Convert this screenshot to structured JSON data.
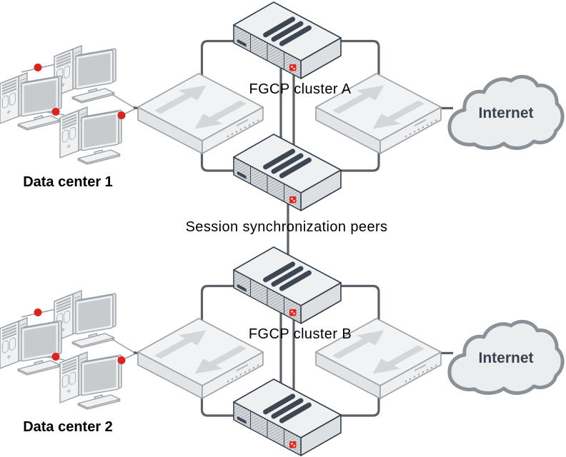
{
  "diagram": {
    "type": "network-topology",
    "clusters": [
      {
        "name": "FGCP cluster A",
        "units": 2
      },
      {
        "name": "FGCP cluster B",
        "units": 2
      }
    ],
    "session_sync_label": "Session synchronization peers",
    "datacenters": [
      {
        "name": "Data center 1",
        "workstations": 3
      },
      {
        "name": "Data center 2",
        "workstations": 3
      }
    ],
    "internet_clouds": [
      {
        "label": "Internet"
      },
      {
        "label": "Internet"
      }
    ],
    "icons": {
      "fortigate_appliance": "isometric security appliance, vent slots, red vendor logo",
      "ethernet_switch": "isometric switch with two transfer arrows",
      "workstation": "isometric desktop PC with monitor and keyboard",
      "internet_cloud": "outlined cloud",
      "lan_node": "red connection dot"
    },
    "colors": {
      "connector": "#5b6167",
      "thin_link": "#9aa0a8",
      "node_dot": "#d9251d",
      "appliance_top": "#eef0f2",
      "appliance_front": "#e8eaec",
      "appliance_side": "#dde0e2",
      "appliance_outline": "#333e49",
      "appliance_vent": "#3d4751",
      "hatch_line": "#a9b0b5",
      "logo_red": "#e2261f",
      "switch_top": "#f2f3f4",
      "switch_outline": "#9ba1a6",
      "switch_arrow": "#d4d7da",
      "switch_face_left": "#e2e5e7",
      "switch_face_right": "#edeff0",
      "cloud_fill": "#ebedee",
      "cloud_border": "#8b9196",
      "cloud_text": "#3a434e",
      "label_text": "#000000",
      "ws_body": "#f0f1f2",
      "ws_side": "#e3e5e7",
      "ws_outline": "#9aa0a5",
      "ws_screen": "#c7cbce",
      "ws_detail": "#aeb3b8"
    }
  }
}
